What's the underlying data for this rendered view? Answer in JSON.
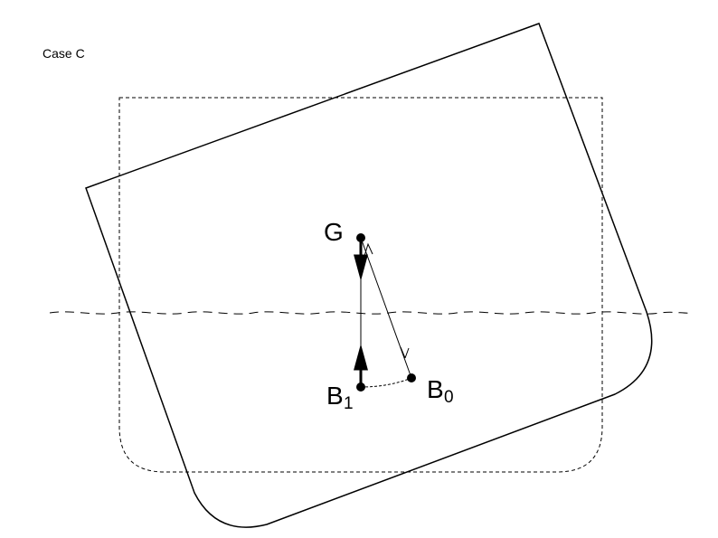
{
  "title": "Case C",
  "labels": {
    "G": "G",
    "B1_main": "B",
    "B1_sub": "1",
    "B0_main": "B",
    "B0_sub": "0"
  },
  "colors": {
    "stroke": "#000000",
    "background": "#ffffff"
  }
}
